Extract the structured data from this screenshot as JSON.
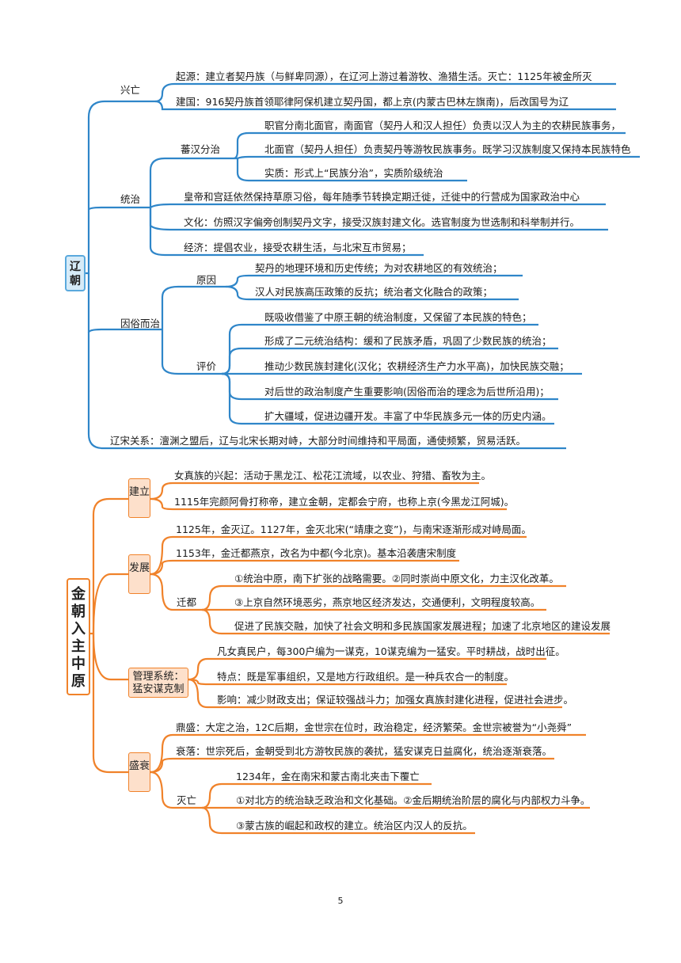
{
  "liao": {
    "root": "辽朝",
    "xingwang": {
      "label": "兴亡",
      "items": [
        "起源：建立者契丹族（与鲜卑同源），在辽河上游过着游牧、渔猎生活。灭亡：1125年被金所灭",
        "建国：916契丹族首领耶律阿保机建立契丹国，都上京(内蒙古巴林左旗南)，后改国号为辽"
      ]
    },
    "tongzhi": {
      "label": "统治",
      "fanhan": {
        "label": "蕃汉分治",
        "items": [
          "职官分南北面官，南面官（契丹人和汉人担任）负责以汉人为主的农耕民族事务，",
          "北面官（契丹人担任）负责契丹等游牧民族事务。既学习汉族制度又保持本民族特色",
          "实质：形式上“民族分治”，实质阶级统治"
        ]
      },
      "items": [
        "皇帝和宫廷依然保持草原习俗，每年随季节转换定期迁徙，迁徙中的行营成为国家政治中心",
        "文化：仿照汉字偏旁创制契丹文字，接受汉族封建文化。选官制度为世选制和科举制并行。",
        "经济：提倡农业，接受农耕生活，与北宋互市贸易；"
      ]
    },
    "yinsu": {
      "label": "因俗而治",
      "yuanyin": {
        "label": "原因",
        "items": [
          "契丹的地理环境和历史传统；为对农耕地区的有效统治；",
          "汉人对民族高压政策的反抗；统治者文化融合的政策；"
        ]
      },
      "pingjia": {
        "label": "评价",
        "items": [
          "既吸收借鉴了中原王朝的统治制度，又保留了本民族的特色；",
          "形成了二元统治结构：缓和了民族矛盾，巩固了少数民族的统治；",
          "推动少数民族封建化(汉化；农耕经济生产力水平高)，加快民族交融；",
          "对后世的政治制度产生重要影响(因俗而治的理念为后世所沿用)；",
          "扩大疆域，促进边疆开发。丰富了中华民族多元一体的历史内涵。"
        ]
      }
    },
    "liaosong": "辽宋关系：澶渊之盟后，辽与北宋长期对峙，大部分时间维持和平局面，通使频繁，贸易活跃。"
  },
  "jin": {
    "root": "金朝入主中原",
    "jianli": {
      "label": "建立",
      "items": [
        "女真族的兴起：活动于黑龙江、松花江流域，以农业、狩猎、畜牧为主。",
        "1115年完颜阿骨打称帝，建立金朝，定都会宁府，也称上京(今黑龙江阿城)。"
      ]
    },
    "fazhan": {
      "label": "发展",
      "items": [
        "1125年，金灭辽。1127年，金灭北宋(“靖康之变”)，与南宋逐渐形成对峙局面。",
        "1153年，金迁都燕京，改名为中都(今北京)。基本沿袭唐宋制度"
      ],
      "qiandu": {
        "label": "迁都",
        "items": [
          "①统治中原，南下扩张的战略需要。②同时崇尚中原文化，力主汉化改革。",
          "③上京自然环境恶劣，燕京地区经济发达，交通便利，文明程度较高。",
          "促进了民族交融，加快了社会文明和多民族国家发展进程；加速了北京地区的建设发展"
        ]
      }
    },
    "guanli": {
      "label1": "管理系统：",
      "label2": "猛安谋克制",
      "items": [
        "凡女真民户，每300户编为一谋克，10谋克编为一猛安。平时耕战，战时出征。",
        "特点：既是军事组织，又是地方行政组织。是一种兵农合一的制度。",
        "影响：减少财政支出；保证较强战斗力；加强女真族封建化进程，促进社会进步。"
      ]
    },
    "shengshuai": {
      "label": "盛衰",
      "items": [
        "鼎盛：大定之治，12C后期，金世宗在位时，政治稳定，经济繁荣。金世宗被誉为“小尧舜”",
        "衰落：世宗死后，金朝受到北方游牧民族的袭扰，猛安谋克日益腐化，统治逐渐衰落。"
      ],
      "miewang": {
        "label": "灭亡",
        "items": [
          "1234年，金在南宋和蒙古南北夹击下覆亡",
          "①对北方的统治缺乏政治和文化基础。②金后期统治阶层的腐化与内部权力斗争。",
          "③蒙古族的崛起和政权的建立。统治区内汉人的反抗。"
        ]
      }
    }
  },
  "colors": {
    "blue": "#2f86c9",
    "orange": "#f0822a"
  },
  "page_number": "5"
}
